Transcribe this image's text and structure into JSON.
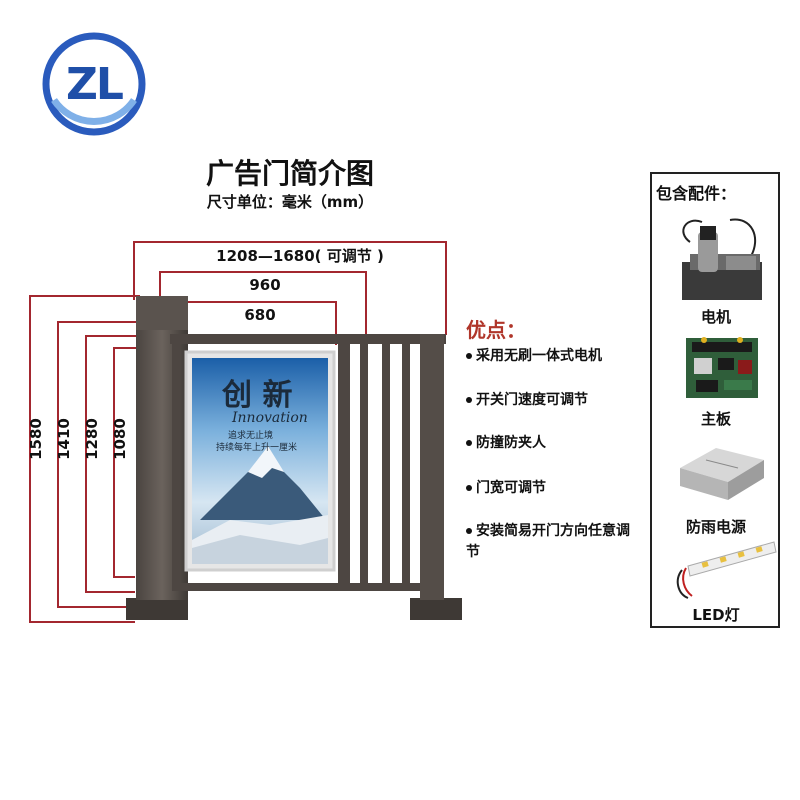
{
  "logo": {
    "text": "ZL",
    "ring_color": "#1f4fa8"
  },
  "title": "广告门简介图",
  "subtitle": "尺寸单位：毫米（mm）",
  "dimensions": {
    "widths": [
      "1208—1680( 可调节 )",
      "960",
      "680"
    ],
    "heights": [
      "1580",
      "1410",
      "1280",
      "1080"
    ],
    "line_color": "#a3272f"
  },
  "poster": {
    "headline": "创 新",
    "english": "Innovation",
    "slogan_a": "追求无止境",
    "slogan_b": "持续每年上升一厘米"
  },
  "advantages": {
    "title": "优点：",
    "items": [
      "采用无刷一体式电机",
      "开关门速度可调节",
      "防撞防夹人",
      "门宽可调节",
      "安装简易开门方向任意调节"
    ]
  },
  "accessories": {
    "title": "包含配件：",
    "items": [
      {
        "label": "电机",
        "icon": "motor-icon"
      },
      {
        "label": "主板",
        "icon": "circuit-board-icon"
      },
      {
        "label": "防雨电源",
        "icon": "power-supply-icon"
      },
      {
        "label": "LED灯",
        "icon": "led-strip-icon"
      }
    ]
  }
}
